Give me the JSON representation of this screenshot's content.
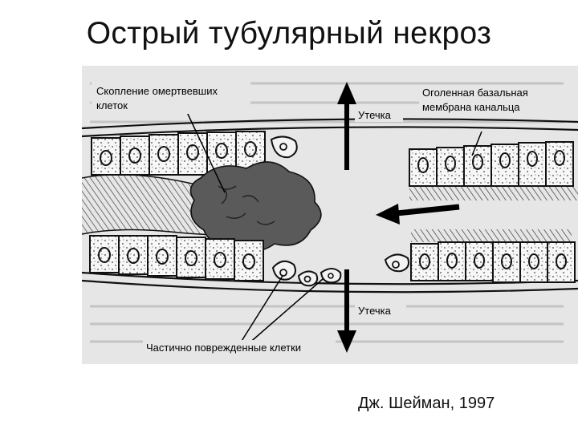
{
  "slide": {
    "title": "Острый тубулярный некроз",
    "credit": "Дж. Шейман, 1997"
  },
  "figure": {
    "labels": {
      "dead_cells_line1": "Скопление омертвевших",
      "dead_cells_line2": "клеток",
      "leak_top": "Утечка",
      "membrane_line1": "Оголенная базальная",
      "membrane_line2": "мембрана канальца",
      "leak_bottom": "Утечка",
      "damaged_cells": "Частично поврежденные клетки"
    }
  }
}
